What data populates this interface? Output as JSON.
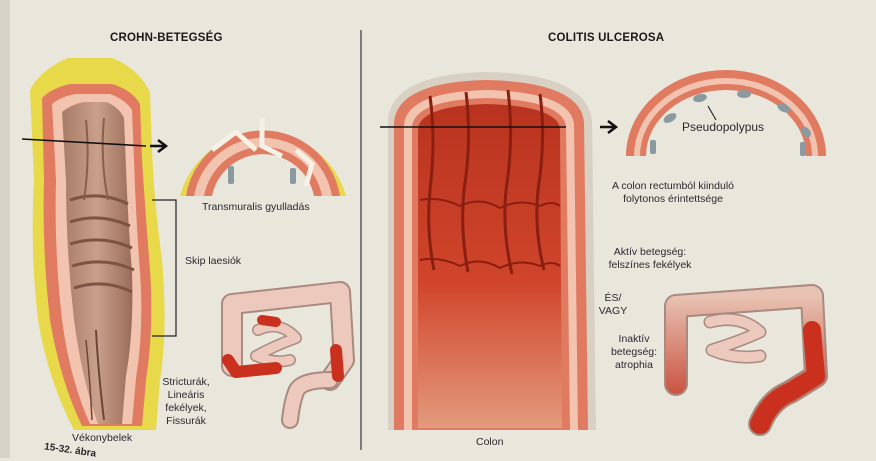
{
  "left_panel": {
    "title": "CROHN-BETEGSÉG",
    "labels": {
      "transmural": "Transmuralis gyulladás",
      "skip": "Skip laesiók",
      "strictures": [
        "Stricturák,",
        "Lineáris",
        "fekélyek,",
        "Fissurák"
      ],
      "small_bowel": "Vékonybelek",
      "figure_ref": "15-32. ábra"
    }
  },
  "right_panel": {
    "title": "COLITIS ULCEROSA",
    "labels": {
      "pseudopolyp": "Pseudopolypus",
      "continuous": [
        "A colon rectumból kiinduló",
        "folytonos érintettsége"
      ],
      "active": [
        "Aktív betegség:",
        "felszínes fekélyek"
      ],
      "and_or": [
        "ÉS/",
        "VAGY"
      ],
      "inactive": [
        "Inaktív",
        "betegség:",
        "atrophia"
      ],
      "colon": "Colon"
    }
  },
  "colors": {
    "page": "#e9e6dc",
    "fat": "#e8d94a",
    "wall": "#e07a60",
    "mucosa": "#f2c3ae",
    "inflamed": "#c9311e",
    "colon_tube": "#e8c8b9",
    "ink": "#1a1a1a"
  }
}
